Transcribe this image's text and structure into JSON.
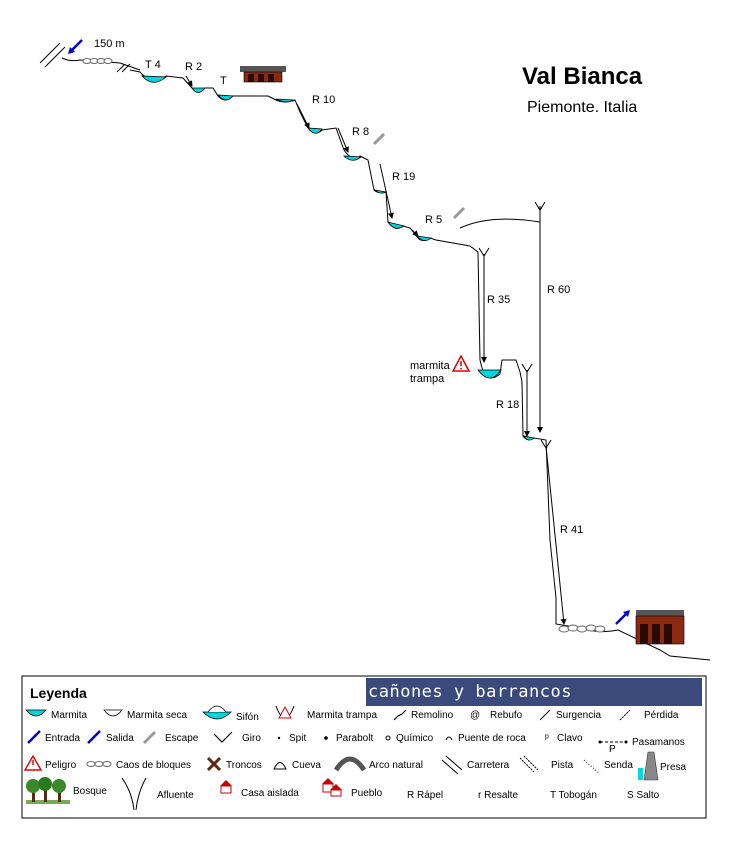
{
  "header": {
    "title": "Val Bianca",
    "subtitle": "Piemonte. Italia"
  },
  "approach": {
    "distance": "150 m"
  },
  "obstacles": {
    "t4": "T 4",
    "r2": "R 2",
    "t": "T",
    "r10": "R 10",
    "r8": "R 8",
    "r19": "R 19",
    "r5": "R 5",
    "r35": "R 35",
    "r60": "R 60",
    "marmita_trampa_1": "marmita",
    "marmita_trampa_2": "trampa",
    "r18": "R 18",
    "r41": "R 41"
  },
  "colors": {
    "water": "#00d8e0",
    "entry": "#0000cc",
    "escape": "#9a9a9a",
    "danger": "#e00000",
    "house_brown": "#8b2a10",
    "banner_bg": "#3a4a7a"
  },
  "legend": {
    "heading": "Leyenda",
    "banner": "cañones y barrancos",
    "row1": [
      "Marmita",
      "Marmita seca",
      "Sifón",
      "Marmita trampa",
      "Remolino",
      "Rebufo",
      "Surgencia",
      "Pérdida"
    ],
    "row2": [
      "Entrada",
      "Salida",
      "Escape",
      "Giro",
      "Spit",
      "Parabolt",
      "Químico",
      "Puente de roca",
      "Clavo",
      "Pasamanos"
    ],
    "row3": [
      "Peligro",
      "Caos de bloques",
      "Troncos",
      "Cueva",
      "Arco natural",
      "Carretera",
      "Pista",
      "Senda",
      "Presa"
    ],
    "row4": [
      "Bosque",
      "Afluente",
      "Casa aislada",
      "Pueblo",
      "R Rápel",
      "r Resalte",
      "T Tobogán",
      "S Salto"
    ],
    "pasamanos_letter": "P"
  }
}
